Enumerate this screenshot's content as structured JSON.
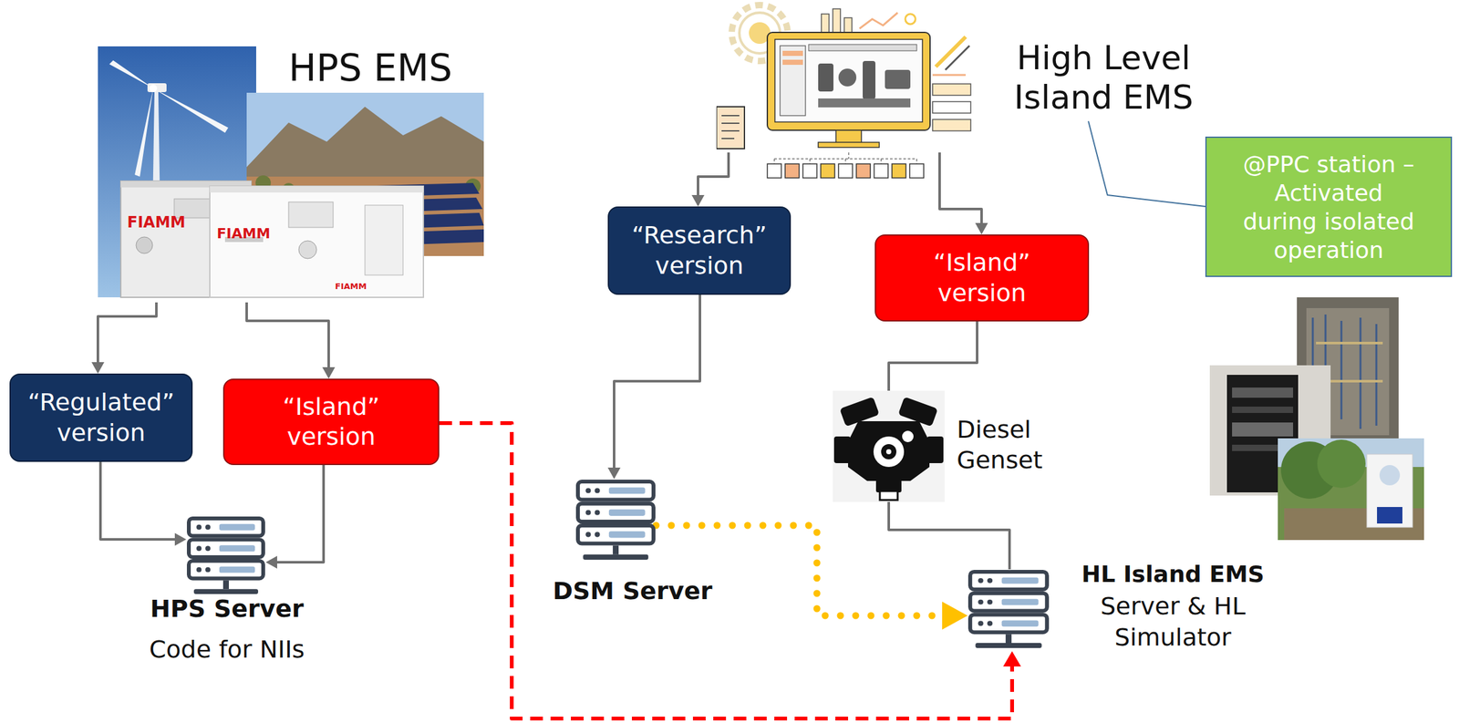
{
  "diagram": {
    "nodes": [
      {
        "text": [
          "HPS EMS"
        ]
      },
      {
        "text": [
          "“Regulated” version"
        ]
      },
      {
        "text": [
          "“Island” version"
        ]
      },
      {
        "text": [
          "HPS Server",
          "Code for NIIs"
        ]
      },
      {
        "text": [
          "High Level Island EMS"
        ]
      },
      {
        "text": [
          "“Research” version"
        ]
      },
      {
        "text": [
          "“Island” version"
        ]
      },
      {
        "text": [
          "@PPC station – Activated during isolated operation"
        ]
      },
      {
        "text": [
          "DSM Server"
        ]
      },
      {
        "text": [
          "Diesel Genset"
        ]
      },
      {
        "text": [
          "HL Island EMS",
          "Server & HL Simulator"
        ]
      }
    ],
    "edges": [
      {
        "from": 0,
        "to": 1,
        "arrow": "to"
      },
      {
        "from": 0,
        "to": 2,
        "arrow": "to"
      },
      {
        "from": 1,
        "to": 3,
        "arrow": "to"
      },
      {
        "from": 2,
        "to": 3,
        "arrow": "to"
      },
      {
        "from": 2,
        "to": 10,
        "arrow": "to"
      },
      {
        "from": 4,
        "to": 5,
        "arrow": "to"
      },
      {
        "from": 4,
        "to": 6,
        "arrow": "to"
      },
      {
        "from": 5,
        "to": 8,
        "arrow": "to"
      },
      {
        "from": 6,
        "to": 9,
        "arrow": "none"
      },
      {
        "from": 9,
        "to": 10,
        "arrow": "none"
      },
      {
        "from": 8,
        "to": 10,
        "arrow": "to"
      },
      {
        "from": 7,
        "to": 4,
        "arrow": "none"
      }
    ],
    "labels": [
      "FIAMM",
      "FIAMM",
      "FIAMM"
    ]
  }
}
